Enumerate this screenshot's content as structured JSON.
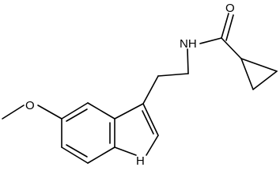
{
  "molecule": {
    "atoms": {
      "oxygen_carbonyl": "O",
      "amide_nh": "NH",
      "methoxy_oxygen": "O",
      "indole_nh": "H"
    },
    "colors": {
      "bond": "#000000",
      "label": "#000000",
      "background": "#ffffff"
    }
  }
}
